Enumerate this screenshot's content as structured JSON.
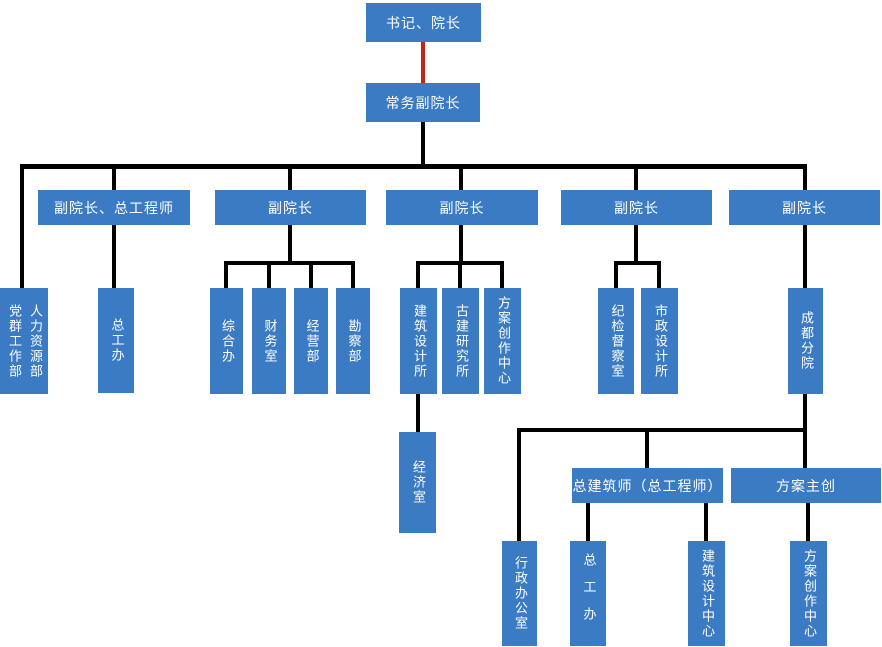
{
  "colors": {
    "node_fill": "#3b7bc4",
    "node_text": "#ffffff",
    "connector": "#000000",
    "highlight_connector": "#c1261d"
  },
  "nodes": {
    "secretary_president": {
      "label": "书记、院长"
    },
    "executive_vp": {
      "label": "常务副院长"
    },
    "vp_chief_engineer": {
      "label": "副院长、总工程师"
    },
    "vp_1": {
      "label": "副院长"
    },
    "vp_2": {
      "label": "副院长"
    },
    "vp_3": {
      "label": "副院长"
    },
    "vp_4": {
      "label": "副院长"
    },
    "party_mass_dept": {
      "label": "党群工作部"
    },
    "hr_dept": {
      "label": "人力资源部"
    },
    "chief_engineer_office": {
      "label": "总工办"
    },
    "general_affairs_office": {
      "label": "综合办"
    },
    "finance_office": {
      "label": "财务室"
    },
    "operations_dept": {
      "label": "经营部"
    },
    "survey_dept": {
      "label": "勘察部"
    },
    "architectural_design_institute": {
      "label": "建筑设计所"
    },
    "ancient_architecture_institute": {
      "label": "古建研究所"
    },
    "concept_creation_center": {
      "label": "方案创作中心"
    },
    "discipline_inspection_office": {
      "label": "纪检督察室"
    },
    "municipal_design_institute": {
      "label": "市政设计所"
    },
    "chengdu_branch": {
      "label": "成都分院"
    },
    "economy_office": {
      "label": "经济室"
    },
    "chief_architect": {
      "label": "总建筑师（总工程师）"
    },
    "concept_lead": {
      "label": "方案主创"
    },
    "admin_office": {
      "label": "行政办公室"
    },
    "branch_chief_engineer_office": {
      "label": "总工办"
    },
    "architectural_design_center": {
      "label": "建筑设计中心"
    },
    "branch_concept_creation_center": {
      "label": "方案创作中心"
    }
  }
}
